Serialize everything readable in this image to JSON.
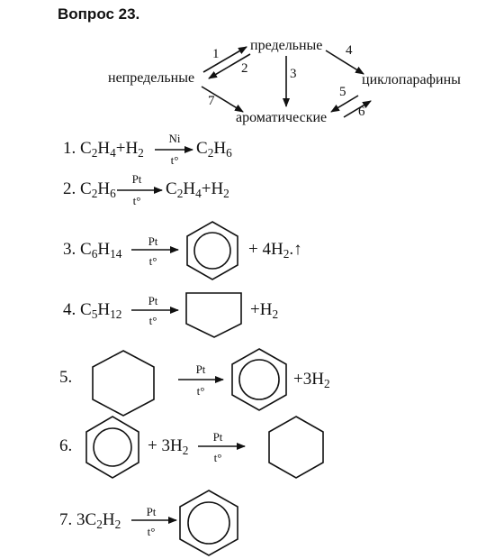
{
  "title": "Вопрос 23.",
  "scheme": {
    "saturated": "предельные",
    "unsaturated": "непредельные",
    "aromatic": "ароматические",
    "cycloparaffins": "циклопарафины",
    "arrow_numbers": [
      "1",
      "2",
      "3",
      "4",
      "5",
      "6",
      "7"
    ]
  },
  "reactions": [
    {
      "num": "1.",
      "reactants": [
        "C",
        "2",
        "H",
        "4",
        "+H",
        "2"
      ],
      "catalyst": "Ni",
      "condition": "t°",
      "products": [
        "C",
        "2",
        "H",
        "6"
      ]
    },
    {
      "num": "2.",
      "reactants": [
        "C",
        "2",
        "H",
        "6"
      ],
      "catalyst": "Pt",
      "condition": "t°",
      "products": [
        "C",
        "2",
        "H",
        "4",
        "+H",
        "2"
      ]
    },
    {
      "num": "3.",
      "reactants": [
        "C",
        "6",
        "H",
        "14"
      ],
      "catalyst": "Pt",
      "condition": "t°",
      "products_text": "+ 4H",
      "products_sub": "2",
      "products_tail": "↑"
    },
    {
      "num": "4.",
      "reactants": [
        "C",
        "5",
        "H",
        "12"
      ],
      "catalyst": "Pt",
      "condition": "t°",
      "products_text": "+H",
      "products_sub": "2"
    },
    {
      "num": "5.",
      "catalyst": "Pt",
      "condition": "t°",
      "products_text": "+3H",
      "products_sub": "2"
    },
    {
      "num": "6.",
      "reagent_text": "+ 3H",
      "reagent_sub": "2",
      "catalyst": "Pt",
      "condition": "t°"
    },
    {
      "num": "7.",
      "reactants_text": "3C",
      "reactants_sub1": "2",
      "reactants_mid": "H",
      "reactants_sub2": "2",
      "catalyst": "Pt",
      "condition": "t°"
    }
  ]
}
